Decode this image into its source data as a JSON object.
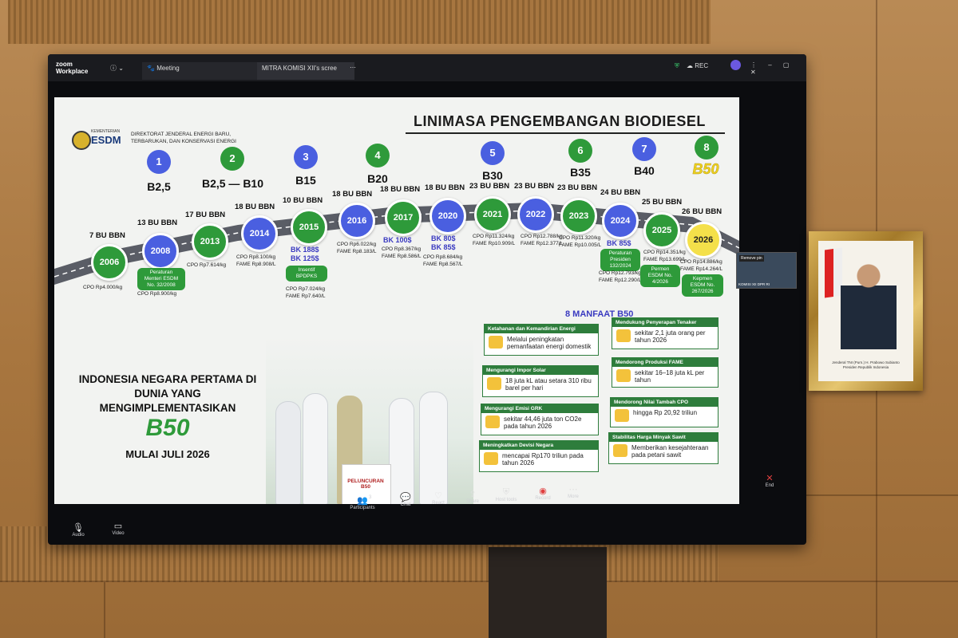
{
  "window": {
    "app_name": "zoom\nWorkplace",
    "tab_meeting": "Meeting",
    "tab_share": "MITRA KOMISI XII's scree",
    "rec_label": "REC",
    "video_tile_label": "KOMISI XII DPR RI",
    "remove_pin": "Remove pin"
  },
  "slide": {
    "org_short": "ESDM",
    "org_ministry": "KEMENTERIAN",
    "org_directorate": "DIREKTORAT JENDERAL ENERGI BARU, TERBARUKAN, DAN KONSERVASI ENERGI",
    "title": "LINIMASA PENGEMBANGAN BIODIESEL",
    "stages": [
      {
        "num": "1",
        "label": "B2,5"
      },
      {
        "num": "2",
        "label": "B2,5 — B10"
      },
      {
        "num": "3",
        "label": "B15"
      },
      {
        "num": "4",
        "label": "B20"
      },
      {
        "num": "5",
        "label": "B30"
      },
      {
        "num": "6",
        "label": "B35"
      },
      {
        "num": "7",
        "label": "B40"
      },
      {
        "num": "8",
        "label": "B50"
      }
    ],
    "timeline": [
      {
        "year": "2006",
        "bbn": "7 BU BBN",
        "price": "CPO Rp4.000/kg"
      },
      {
        "year": "2008",
        "bbn": "13 BU BBN",
        "price": "CPO Rp8.900/kg"
      },
      {
        "year": "2013",
        "bbn": "17 BU BBN",
        "price": "CPO Rp7.614/kg"
      },
      {
        "year": "2014",
        "bbn": "18 BU BBN",
        "price": "CPO Rp8.100/kg FAME Rp8.908/L"
      },
      {
        "year": "2015",
        "bbn": "10 BU BBN",
        "price": "CPO Rp7.024/kg FAME Rp7.640/L"
      },
      {
        "year": "2016",
        "bbn": "18 BU BBN",
        "price": "CPO Rp6.022/kg FAME Rp8.183/L"
      },
      {
        "year": "2017",
        "bbn": "18 BU BBN",
        "price": "CPO Rp8.367/kg FAME Rp8.586/L"
      },
      {
        "year": "2020",
        "bbn": "18 BU BBN",
        "price": "CPO Rp8.684/kg FAME Rp8.567/L"
      },
      {
        "year": "2021",
        "bbn": "23 BU BBN",
        "price": "CPO Rp11.324/kg FAME Rp10.909/L"
      },
      {
        "year": "2022",
        "bbn": "23 BU BBN",
        "price": "CPO Rp12.788/kg FAME Rp12.377/L"
      },
      {
        "year": "2023",
        "bbn": "23 BU BBN",
        "price": "CPO Rp11.320/kg FAME Rp10.005/L"
      },
      {
        "year": "2024",
        "bbn": "24 BU BBN",
        "price": "CPO Rp12.793/kg FAME Rp12.290/L"
      },
      {
        "year": "2025",
        "bbn": "25 BU BBN",
        "price": "CPO Rp14.351/kg FAME Rp13.699/L"
      },
      {
        "year": "2026",
        "bbn": "26 BU BBN",
        "price": "CPO Rp14.886/kg FAME Rp14.264/L"
      }
    ],
    "bk": {
      "b2015": "BK 188$\nBK 125$",
      "b2017": "BK 100$",
      "b2020": "BK 80$\nBK 85$",
      "b2024": "BK 85$"
    },
    "notes": {
      "permen_2008": "Peraturan Menteri ESDM No. 32/2008",
      "insentif": "Insentif BPDPKS",
      "perpres_2024": "Peraturan Presiden 132/2024",
      "permen_2025": "Permen ESDM No. 4/2026",
      "kepmen_2026": "Kepmen ESDM No. 267/2026"
    },
    "headline": "INDONESIA NEGARA PERTAMA DI DUNIA YANG MENGIMPLEMENTASIKAN",
    "headline_b50": "B50",
    "headline_date": "MULAI JULI 2026",
    "podium_text": "PELUNCURAN B50",
    "benefits_title": "8 MANFAAT B50",
    "benefits": [
      {
        "head": "Ketahanan dan Kemandirian Energi",
        "body": "Melalui peningkatan pemanfaatan energi domestik"
      },
      {
        "head": "Mendukung Penyerapan Tenaker",
        "body": "sekitar 2,1 juta orang per tahun 2026"
      },
      {
        "head": "Mengurangi Impor Solar",
        "body": "18 juta kL atau setara 310 ribu barel per hari"
      },
      {
        "head": "Mendorong Produksi FAME",
        "body": "sekitar 16–18 juta kL per tahun"
      },
      {
        "head": "Mengurangi Emisi GRK",
        "body": "sekitar 44,46 juta ton CO2e pada tahun 2026"
      },
      {
        "head": "Mendorong Nilai Tambah CPO",
        "body": "hingga Rp 20,92 triliun"
      },
      {
        "head": "Meningkatkan Devisi Negara",
        "body": "mencapai Rp170 triliun pada tahun 2026"
      },
      {
        "head": "Stabilitas Harga Minyak Sawit",
        "body": "Memberikan kesejahteraan pada petani sawit"
      }
    ]
  },
  "toolbar": {
    "audio": "Audio",
    "video": "Video",
    "participants": "Participants",
    "participants_count": "3",
    "chat": "Chat",
    "react": "React",
    "share": "Share",
    "host_tools": "Host tools",
    "record": "Record",
    "more": "More",
    "end": "End"
  },
  "portrait": {
    "caption": "Jenderal TNI (Purn.) H. Prabowo Subianto\nPresiden Republik Indonesia"
  },
  "colors": {
    "green": "#2e9a3a",
    "blue": "#4a5fe0",
    "yellow": "#f4e04a"
  }
}
